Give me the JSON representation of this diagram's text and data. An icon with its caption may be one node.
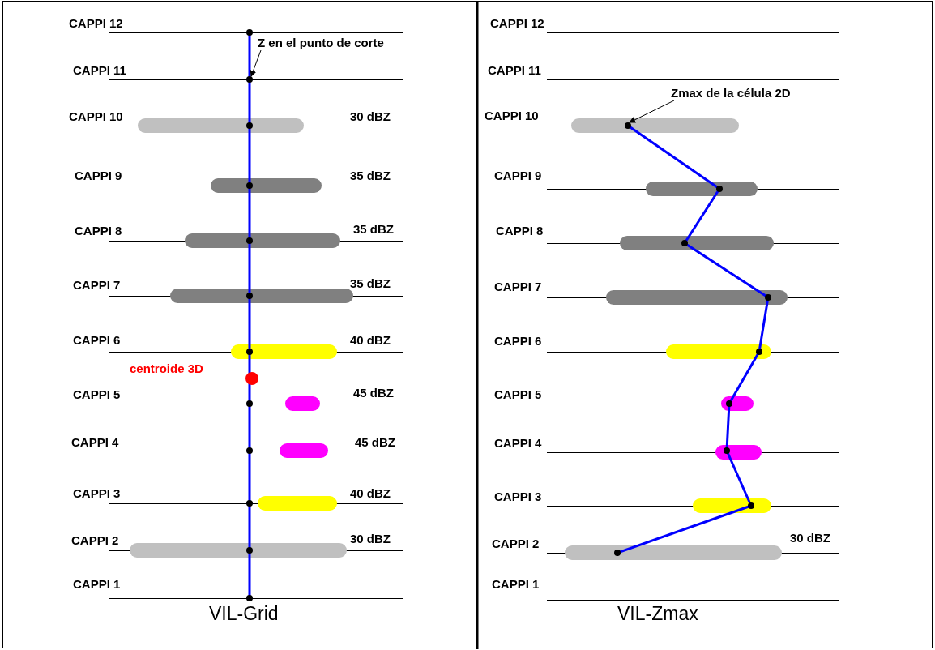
{
  "diagram": {
    "nodes": [
      {
        "text": [
          "Z en el punto de corte"
        ]
      },
      {
        "text": [
          "Zmax de la célula 2D"
        ]
      }
    ],
    "edges": [
      {
        "from": 0,
        "to": null,
        "arrow": "to"
      },
      {
        "from": 1,
        "to": null,
        "arrow": "to"
      }
    ],
    "labels": [
      "CAPPI 12",
      "CAPPI 11",
      "CAPPI 10",
      "30 dBZ",
      "CAPPI 9",
      "35 dBZ",
      "CAPPI 8",
      "35 dBZ",
      "CAPPI 7",
      "35 dBZ",
      "CAPPI 6",
      "40 dBZ",
      "centroide 3D",
      "CAPPI 5",
      "45 dBZ",
      "CAPPI 4",
      "45 dBZ",
      "CAPPI 3",
      "40 dBZ",
      "CAPPI 2",
      "30 dBZ",
      "CAPPI 1",
      "VIL-Grid",
      "CAPPI 12",
      "CAPPI 11",
      "CAPPI 10",
      "CAPPI 9",
      "CAPPI 8",
      "CAPPI 7",
      "CAPPI 6",
      "CAPPI 5",
      "CAPPI 4",
      "CAPPI 3",
      "CAPPI 2",
      "30 dBZ",
      "CAPPI 1",
      "VIL-Zmax"
    ]
  }
}
